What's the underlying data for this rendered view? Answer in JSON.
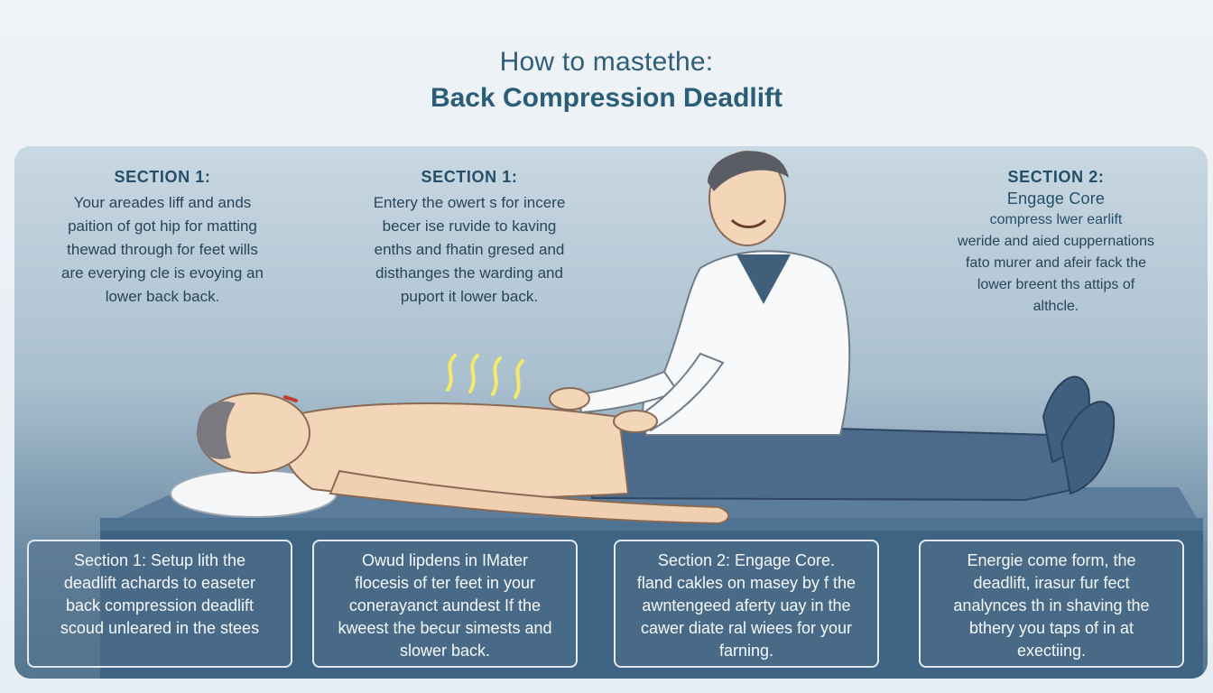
{
  "header": {
    "line1": "How to mastethe:",
    "line2": "Back Compression Deadlift"
  },
  "sections": [
    {
      "heading": "SECTION 1:",
      "lines": [
        "Your areades liff and ands",
        "paition of got hip for matting",
        "thewad through for feet wills",
        "are everying cle is evoying an",
        "lower back back."
      ]
    },
    {
      "heading": "SECTION 1:",
      "lines": [
        "Entery the owert s for incere",
        "becer ise ruvide to kaving",
        "enths and fhatin gresed and",
        "disthanges the warding and",
        "puport it lower back."
      ]
    },
    {
      "heading": "SECTION 2:",
      "subheading": "Engage Core",
      "lines": [
        "compress lwer earlift",
        "weride and aied cuppernations",
        "fato murer and afeir fack the",
        "lower breent ths attips of",
        "althcle."
      ]
    }
  ],
  "cards": [
    [
      "Section 1: Setup lith the",
      "deadlift achards to easeter",
      "back compression deadlift",
      "scoud unleared in the stees"
    ],
    [
      "Owud lipdens in IMater",
      "flocesis of ter feet in your",
      "conerayanct aundest If the",
      "kweest the becur simests and",
      "slower back."
    ],
    [
      "Section 2: Engage Core.",
      "fland cakles on masey by f the",
      "awntengeed aferty uay in the",
      "cawer diate ral wiees for your",
      "farning."
    ],
    [
      "Energie come form, the",
      "deadlift, irasur fur fect",
      "analynces th in shaving the",
      "bthery you taps of in at",
      "exectiing."
    ]
  ],
  "colors": {
    "accent": "#2a5d78",
    "panel_top": "#c9d8e2",
    "panel_bottom": "#55768f",
    "table": "#3f6483",
    "pants": "#4b6a8c",
    "coat": "#f7f9fb",
    "skin": "#f3d6b8"
  }
}
